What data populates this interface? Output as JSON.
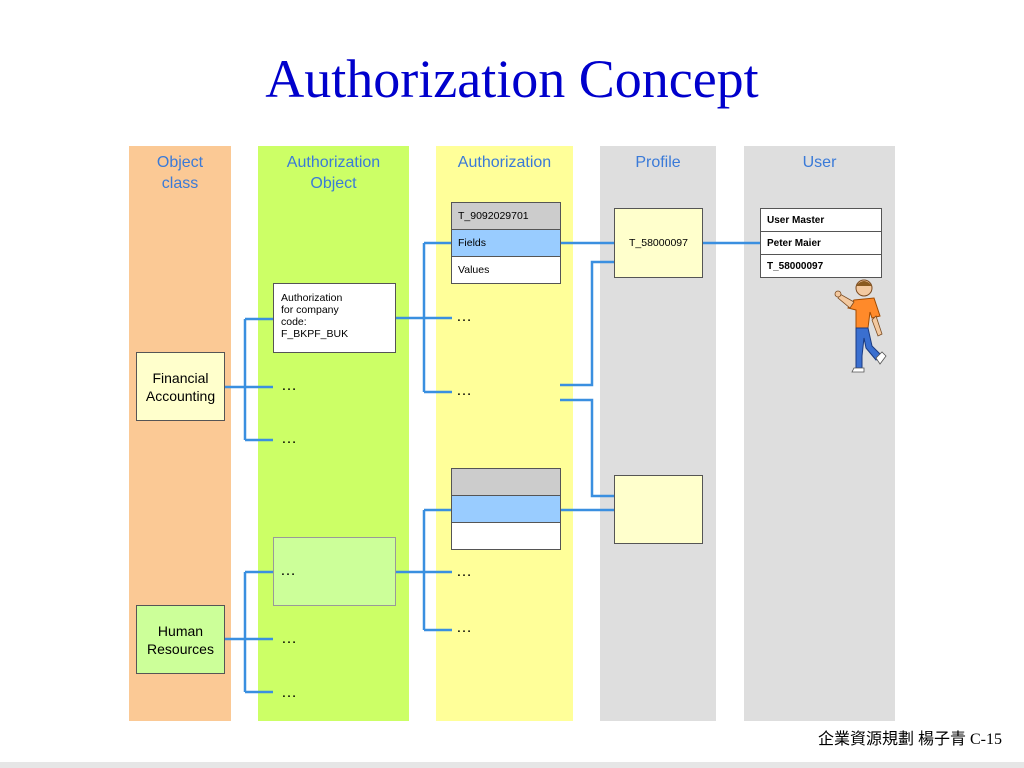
{
  "title": "Authorization Concept",
  "columns": {
    "object_class": "Object\nclass",
    "authorization_object": "Authorization\nObject",
    "authorization": "Authorization",
    "profile": "Profile",
    "user": "User"
  },
  "object_classes": {
    "financial": "Financial\nAccounting",
    "hr": "Human\nResources"
  },
  "auth_object_box": "Authorization\nfor company\ncode:\nF_BKPF_BUK",
  "authorization_table": {
    "id": "T_9092029701",
    "fields": "Fields",
    "values": "Values"
  },
  "profile_box": "T_58000097",
  "user_master": {
    "header": "User Master",
    "name": "Peter Maier",
    "profile": "T_58000097"
  },
  "ellipsis": "…",
  "footer": "企業資源規劃 楊子青 C-15",
  "colors": {
    "title": "#0000cc",
    "header_text": "#3a7ad8",
    "line": "#3a8fe0",
    "object_class_bg": "#fbc995",
    "auth_object_bg": "#ccff66",
    "authorization_bg": "#ffff99",
    "profile_user_bg": "#dedede"
  }
}
